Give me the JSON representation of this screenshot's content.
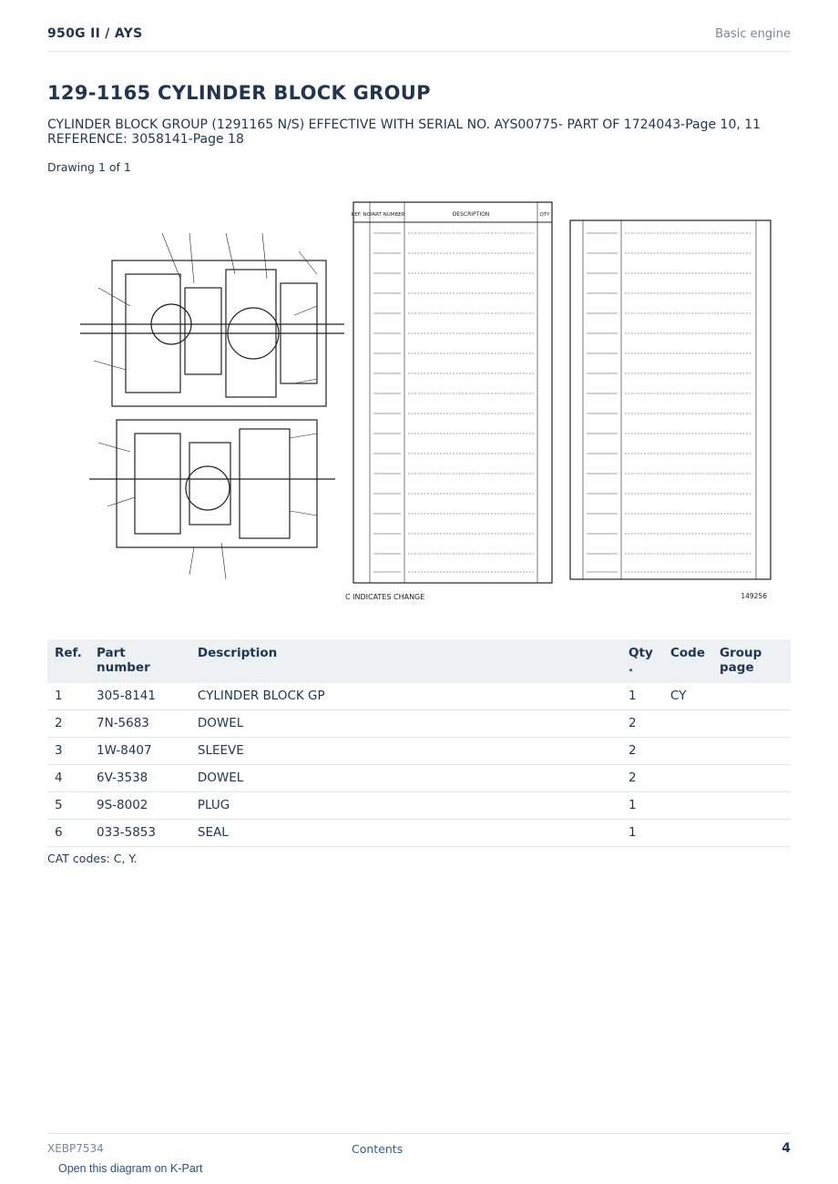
{
  "header": {
    "model": "950G II  /  AYS",
    "section": "Basic engine"
  },
  "title": "129-1165 CYLINDER BLOCK GROUP",
  "subtitle": "CYLINDER BLOCK GROUP (1291165 N/S) EFFECTIVE WITH SERIAL NO. AYS00775- PART OF 1724043-Page 10, 11 REFERENCE: 3058141-Page 18",
  "drawing_label": "Drawing 1 of 1",
  "figure": {
    "table_headers": {
      "ref": "REF. NO.",
      "part": "PART NUMBER",
      "desc": "DESCRIPTION",
      "qty": "QTY"
    },
    "change_note": "C INDICATES CHANGE",
    "figure_number": "149256"
  },
  "table": {
    "headers": {
      "ref": "Ref.",
      "part": "Part number",
      "desc": "Description",
      "qty": "Qty .",
      "code": "Code",
      "group": "Group page"
    },
    "rows": [
      {
        "ref": "1",
        "part": "305-8141",
        "desc": "CYLINDER BLOCK GP",
        "qty": "1",
        "code": "CY",
        "group": ""
      },
      {
        "ref": "2",
        "part": "7N-5683",
        "desc": "DOWEL",
        "qty": "2",
        "code": "",
        "group": ""
      },
      {
        "ref": "3",
        "part": "1W-8407",
        "desc": "SLEEVE",
        "qty": "2",
        "code": "",
        "group": ""
      },
      {
        "ref": "4",
        "part": "6V-3538",
        "desc": "DOWEL",
        "qty": "2",
        "code": "",
        "group": ""
      },
      {
        "ref": "5",
        "part": "9S-8002",
        "desc": "PLUG",
        "qty": "1",
        "code": "",
        "group": ""
      },
      {
        "ref": "6",
        "part": "033-5853",
        "desc": "SEAL",
        "qty": "1",
        "code": "",
        "group": ""
      }
    ]
  },
  "cat_codes": "CAT codes: C, Y.",
  "footer": {
    "doc_code": "XEBP7534",
    "contents_link": "Contents",
    "page_number": "4"
  },
  "kpart_link": "Open this diagram on K-Part"
}
